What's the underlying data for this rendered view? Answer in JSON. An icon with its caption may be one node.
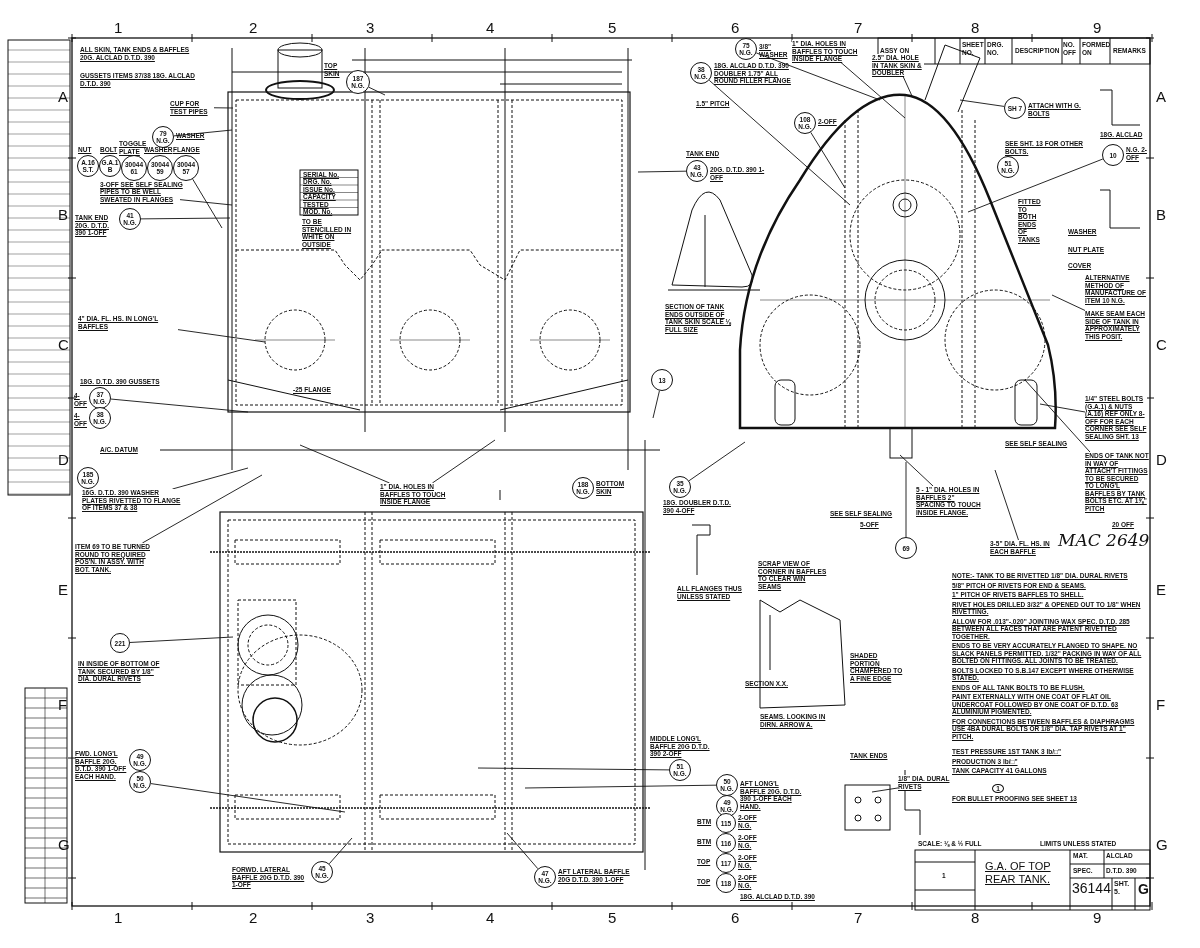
{
  "diagram": {
    "nodes": [
      {
        "text": [
          "187 N.G."
        ],
        "beside": [
          "TOP SKIN"
        ]
      },
      {
        "text": [
          "79 N.G."
        ],
        "beside": [
          "WASHER"
        ]
      },
      {
        "text": [
          "41 N.G."
        ],
        "beside": [
          "TANK END 20G. D.T.D. 390 1-OFF"
        ]
      },
      {
        "text": [
          "37 N.G."
        ],
        "beside": [
          "4-OFF"
        ]
      },
      {
        "text": [
          "38 N.G."
        ],
        "beside": [
          "4-OFF"
        ]
      },
      {
        "text": [
          "185 N.G."
        ]
      },
      {
        "text": [
          "16G. D.T.D. 390 WASHER PLATES RIVETTED TO FLANGE OF ITEMS 37 & 38"
        ]
      },
      {
        "text": [
          "ITEM 69 TO BE TURNED ROUND TO REQUIRED POS'N. IN ASSY. WITH BOT. TANK."
        ]
      },
      {
        "text": [
          "221"
        ]
      },
      {
        "text": [
          "49 N.G."
        ],
        "beside": [
          "FWD. LONG'L BAFFLE 20G. D.T.D. 390 1-OFF EACH HAND."
        ]
      },
      {
        "text": [
          "50 N.G."
        ]
      },
      {
        "text": [
          "45 N.G."
        ],
        "beside": [
          "FORWD. LATERAL BAFFLE 20G D.T.D. 390 1-OFF"
        ]
      },
      {
        "text": [
          "47 N.G."
        ],
        "beside": [
          "AFT LATERAL BAFFLE 20G D.T.D. 390 1-OFF"
        ]
      },
      {
        "text": [
          "51 N.G."
        ],
        "beside": [
          "MIDDLE LONG'L BAFFLE 20G D.T.D. 390 2-OFF"
        ]
      },
      {
        "text": [
          "50 N.G."
        ],
        "beside": [
          "AFT LONG'L BAFFLE 20G. D.T.D. 390 1-OFF EACH HAND."
        ]
      },
      {
        "text": [
          "49 N.G."
        ]
      },
      {
        "text": [
          "115"
        ],
        "beside": [
          "BTM",
          "2-OFF N.G."
        ]
      },
      {
        "text": [
          "116"
        ],
        "beside": [
          "BTM",
          "2-OFF N.G."
        ]
      },
      {
        "text": [
          "117"
        ],
        "beside": [
          "TOP",
          "2-OFF N.G."
        ]
      },
      {
        "text": [
          "118"
        ],
        "beside": [
          "TOP",
          "2-OFF N.G."
        ]
      },
      {
        "text": [
          "188 N.G."
        ],
        "beside": [
          "BOTTOM SKIN"
        ]
      },
      {
        "text": [
          "13"
        ]
      },
      {
        "text": [
          "43 N.G."
        ],
        "beside": [
          "TANK END",
          "20G. D.T.D. 390 1-OFF"
        ]
      },
      {
        "text": [
          "75 N.G."
        ],
        "beside": [
          "3/8\" WASHER"
        ]
      },
      {
        "text": [
          "38 N.G."
        ],
        "beside": [
          "18G. ALCLAD D.T.D. 390 DOUBLER 1.75\" ALL ROUND FILLER FLANGE"
        ]
      },
      {
        "text": [
          "108 N.G."
        ],
        "beside": [
          "2-OFF"
        ]
      },
      {
        "text": [
          "SH 7"
        ],
        "beside": [
          "ATTACH WITH G. BOLTS"
        ]
      },
      {
        "text": [
          "51 N.G."
        ]
      },
      {
        "text": [
          "10"
        ],
        "beside": [
          "N.G. 2-OFF"
        ]
      },
      {
        "text": [
          "69"
        ]
      },
      {
        "text": [
          "35 N.G."
        ],
        "beside": [
          "18G. DOUBLER D.T.D. 390 4-OFF"
        ]
      },
      {
        "text": [
          "PIPES TO BE WELL SWEATED IN FLANGES"
        ]
      },
      {
        "text": [
          "4\" DIA. FL. HS. IN LONG'L BAFFLES"
        ]
      },
      {
        "text": [
          "1\" DIA. HOLES IN BAFFLES TO TOUCH INSIDE FLANGE"
        ]
      },
      {
        "text": [
          "1\" DIA. HOLES IN BAFFLES TO TOUCH INSIDE FLANGE"
        ]
      },
      {
        "text": [
          "2.5\" DIA. HOLE IN TANK SKIN & DOUBLER"
        ]
      },
      {
        "text": [
          "MAKE SEAM EACH SIDE OF TANK IN APPROXIMATELY THIS POSIT."
        ]
      },
      {
        "text": [
          "1/4\" STEEL BOLTS (G.A.1) & NUTS (A.16) REF ONLY 8-OFF FOR EACH CORNER SEE SELF SEALING SHT. 13"
        ]
      },
      {
        "text": [
          "ENDS OF TANK NOT IN WAY OF ATTACH'T FITTINGS TO BE SECURED TO LONG'L BAFFLES BY TANK BOLTS ETC. AT 1⅝\" PITCH"
        ]
      },
      {
        "text": [
          "5 - 1\" DIA. HOLES IN BAFFLES 2\" SPACING TO TOUCH INSIDE FLANGE."
        ]
      },
      {
        "text": [
          "3-5\" DIA. FL. HS. IN EACH BAFFLE"
        ]
      },
      {
        "text": [
          "1/8\" DIA. DURAL RIVETS"
        ]
      },
      {
        "text": [
          "A.16 S.T."
        ]
      },
      {
        "text": [
          "G.A.1 B"
        ]
      },
      {
        "text": [
          "30044 61"
        ]
      },
      {
        "text": [
          "30044 59"
        ]
      },
      {
        "text": [
          "30044 57"
        ]
      },
      {
        "text": [
          "CUP FOR TEST PIPES"
        ]
      }
    ],
    "edges": [
      {
        "from": 0,
        "to": null,
        "arrow": "none"
      },
      {
        "from": 1,
        "to": null,
        "arrow": "none"
      },
      {
        "from": 2,
        "to": null,
        "arrow": "none"
      },
      {
        "from": 3,
        "to": null,
        "arrow": "none"
      },
      {
        "from": 6,
        "to": null,
        "arrow": "none"
      },
      {
        "from": 7,
        "to": null,
        "arrow": "none"
      },
      {
        "from": 8,
        "to": null,
        "arrow": "none"
      },
      {
        "from": 10,
        "to": null,
        "arrow": "none"
      },
      {
        "from": 11,
        "to": null,
        "arrow": "none"
      },
      {
        "from": 12,
        "to": null,
        "arrow": "none"
      },
      {
        "from": 13,
        "to": null,
        "arrow": "none"
      },
      {
        "from": 14,
        "to": null,
        "arrow": "none"
      },
      {
        "from": 21,
        "to": null,
        "arrow": "none"
      },
      {
        "from": 22,
        "to": null,
        "arrow": "none"
      },
      {
        "from": 23,
        "to": null,
        "arrow": "none"
      },
      {
        "from": 24,
        "to": null,
        "arrow": "none"
      },
      {
        "from": 25,
        "to": null,
        "arrow": "none"
      },
      {
        "from": 26,
        "to": null,
        "arrow": "none"
      },
      {
        "from": 28,
        "to": null,
        "arrow": "none"
      },
      {
        "from": 29,
        "to": null,
        "arrow": "none"
      },
      {
        "from": 30,
        "to": null,
        "arrow": "none"
      },
      {
        "from": 31,
        "to": null,
        "arrow": "none"
      },
      {
        "from": 32,
        "to": null,
        "arrow": "none"
      },
      {
        "from": 33,
        "to": null,
        "arrow": "none"
      },
      {
        "from": 33,
        "to": null,
        "arrow": "none"
      },
      {
        "from": 34,
        "to": null,
        "arrow": "none"
      },
      {
        "from": 35,
        "to": null,
        "arrow": "none"
      },
      {
        "from": 36,
        "to": null,
        "arrow": "none"
      },
      {
        "from": 37,
        "to": null,
        "arrow": "none"
      },
      {
        "from": 38,
        "to": null,
        "arrow": "none"
      },
      {
        "from": 39,
        "to": null,
        "arrow": "none"
      },
      {
        "from": 40,
        "to": null,
        "arrow": "none"
      },
      {
        "from": 41,
        "to": null,
        "arrow": "none"
      },
      {
        "from": 46,
        "to": null,
        "arrow": "none"
      },
      {
        "from": 47,
        "to": null,
        "arrow": "none"
      }
    ],
    "labels": [
      "ALL SKIN, TANK ENDS & BAFFLES 20G. ALCLAD D.T.D. 390",
      "GUSSETS ITEMS 37/38 18G. ALCLAD D.T.D. 390",
      "NUT",
      "BOLT",
      "TOGGLE PLATE",
      "WASHER",
      "FLANGE",
      "3-OFF SEE SELF SEALING",
      "SERIAL No.",
      "DRG. No.",
      "ISSUE No.",
      "CAPACITY",
      "TESTED",
      "MOD. No.",
      "TO BE STENCILLED IN WHITE ON OUTSIDE",
      "18G. D.T.D. 390 GUSSETS",
      "A/C. DATUM",
      "-25 FLANGE",
      "IN INSIDE OF BOTTOM OF TANK SECURED BY 1/8\" DIA. DURAL RIVETS",
      "SECTION OF TANK ENDS OUTSIDE OF TANK SKIN SCALE ⅛ FULL SIZE",
      "1.5\" PITCH",
      "SEE SHT. 13 FOR OTHER BOLTS.",
      "FITTED TO BOTH ENDS OF TANKS",
      "WASHER",
      "NUT PLATE",
      "COVER",
      "ALTERNATIVE METHOD OF MANUFACTURE OF ITEM 10 N.G.",
      "18G. ALCLAD",
      "SEE SELF SEALING",
      "SEE SELF SEALING",
      "5-OFF",
      "20 OFF",
      "MAC 2649",
      "ALL FLANGES THUS UNLESS STATED",
      "SCRAP VIEW OF CORNER IN BAFFLES TO CLEAR WIN SEAMS",
      "SECTION X.X.",
      "SHADED PORTION CHAMFERED TO A FINE EDGE",
      "SEAMS. LOOKING IN DIRN. ARROW A.",
      "TANK ENDS",
      "18G. ALCLAD D.T.D. 390",
      "NOTE:- TANK TO BE RIVETTED 1/8\" DIA. DURAL RIVETS",
      "5/8\" PITCH OF RIVETS FOR END & SEAMS.",
      "1\" PITCH OF RIVETS BAFFLES TO SHELL.",
      "RIVET HOLES DRILLED 3/32\" & OPENED OUT TO 1/8\" WHEN RIVETTING.",
      "ALLOW FOR .013\"-.020\" JOINTING WAX SPEC. D.T.D. 285 BETWEEN ALL FACES THAT ARE PATENT RIVETTED TOGETHER.",
      "ENDS TO BE VERY ACCURATELY FLANGED TO SHAPE. NO SLACK PANELS PERMITTED. 1/32\" PACKING IN WAY OF ALL BOLTED ON FITTINGS. ALL JOINTS TO BE TREATED.",
      "BOLTS LOCKED TO S.B.147 EXCEPT WHERE OTHERWISE STATED.",
      "ENDS OF ALL TANK BOLTS TO BE FLUSH.",
      "PAINT EXTERNALLY WITH ONE COAT OF FLAT OIL UNDERCOAT FOLLOWED BY ONE COAT OF D.T.D. 63 ALUMINIUM PIGMENTED.",
      "FOR CONNECTIONS BETWEEN BAFFLES & DIAPHRAGMS USE 4BA DURAL BOLTS OR 1/8\" DIA. TAP RIVETS AT 1\" PITCH.",
      "TEST PRESSURE 1ST TANK 3 lb/□\"",
      "PRODUCTION 3 lb/□\"",
      "TANK CAPACITY 41 GALLONS",
      "1",
      "FOR BULLET PROOFING SEE SHEET 13",
      "SCALE: ⅛ & ½ FULL",
      "LIMITS UNLESS STATED",
      "1",
      "G.A. OF TOP REAR TANK.",
      "MAT.",
      "ALCLAD",
      "SPEC.",
      "D.T.D. 390",
      "36144",
      "SHT. 5.",
      "G",
      "ASSY ON",
      "SHEET NO.",
      "DRG. NO.",
      "DESCRIPTION",
      "NO. OFF",
      "FORMED ON",
      "REMARKS",
      "1",
      "2",
      "3",
      "4",
      "5",
      "6",
      "7",
      "8",
      "9",
      "1",
      "2",
      "3",
      "4",
      "5",
      "6",
      "7",
      "8",
      "9",
      "A",
      "B",
      "C",
      "D",
      "E",
      "F",
      "G",
      "A",
      "B",
      "C",
      "D",
      "E",
      "F",
      "G"
    ]
  }
}
